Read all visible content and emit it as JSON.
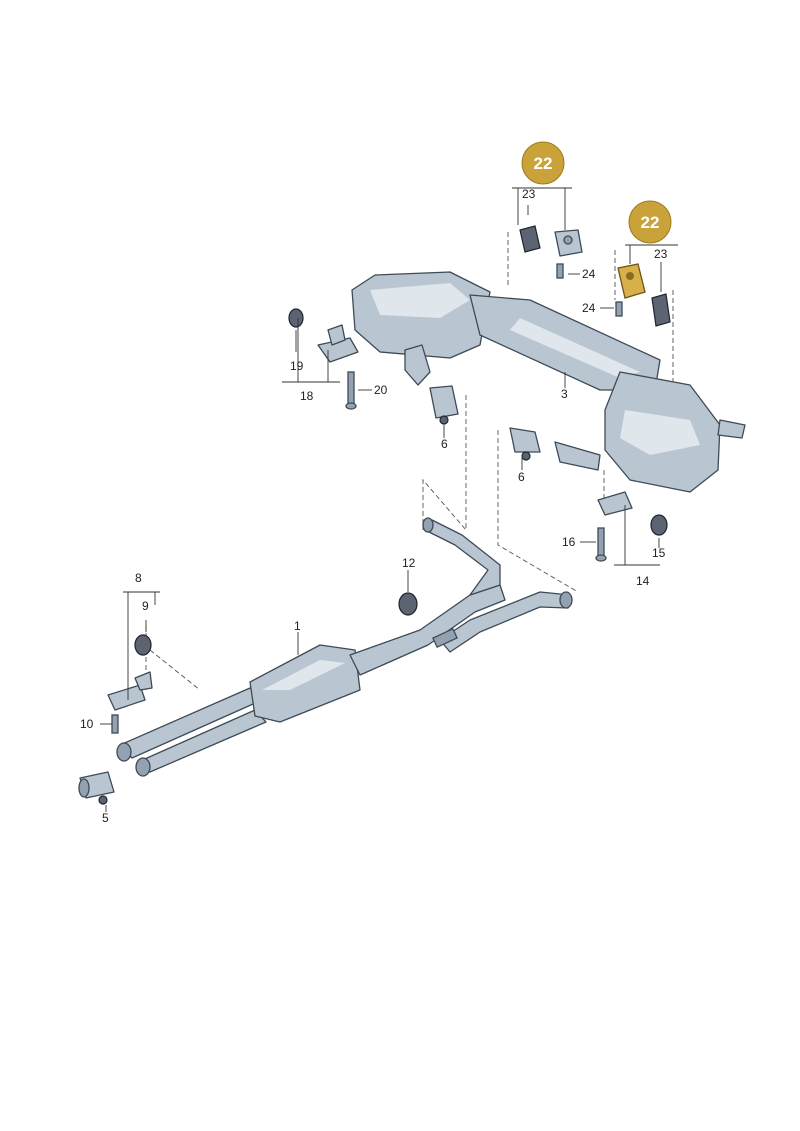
{
  "labels": {
    "l1": "1",
    "l3": "3",
    "l5": "5",
    "l6a": "6",
    "l6b": "6",
    "l8": "8",
    "l9": "9",
    "l10": "10",
    "l12": "12",
    "l14": "14",
    "l15": "15",
    "l16": "16",
    "l18": "18",
    "l19": "19",
    "l20": "20",
    "l23a": "23",
    "l23b": "23",
    "l24a": "24",
    "l24b": "24"
  },
  "badges": {
    "b1": "22",
    "b2": "22"
  },
  "colors": {
    "highlight": "#d8b04a",
    "badge": "#c9a23a",
    "metal": "#b9c6d2"
  }
}
